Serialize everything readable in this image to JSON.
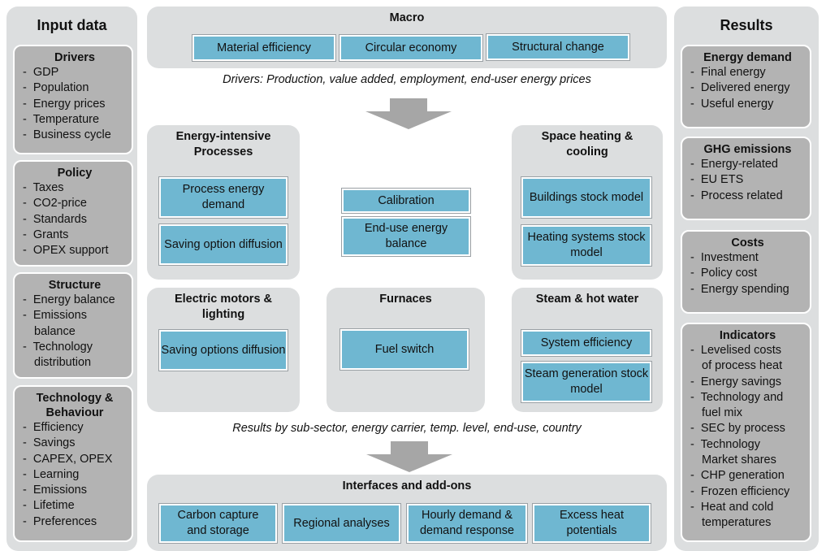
{
  "input_data": {
    "title": "Input data",
    "groups": [
      {
        "title": "Drivers",
        "items": [
          "GDP",
          "Population",
          "Energy prices",
          "Temperature",
          "Business cycle"
        ]
      },
      {
        "title": "Policy",
        "items": [
          "Taxes",
          "CO2-price",
          "Standards",
          "Grants",
          "OPEX support"
        ]
      },
      {
        "title": "Structure",
        "items": [
          "Energy balance",
          "Emissions balance",
          "Technology distribution"
        ]
      },
      {
        "title": "Technology & Behaviour",
        "items": [
          "Efficiency",
          "Savings",
          "CAPEX, OPEX",
          "Learning",
          "Emissions",
          "Lifetime",
          "Preferences"
        ]
      }
    ]
  },
  "macro": {
    "title": "Macro",
    "boxes": [
      "Material efficiency",
      "Circular economy",
      "Structural change"
    ]
  },
  "drivers_caption": "Drivers: Production, value added, employment, end-user energy prices",
  "modules": {
    "energy_intensive": {
      "title": "Energy-intensive Processes",
      "boxes": [
        "Process energy demand",
        "Saving option diffusion"
      ]
    },
    "space_heating": {
      "title": "Space heating & cooling",
      "boxes": [
        "Buildings stock model",
        "Heating systems stock model"
      ]
    },
    "center": {
      "boxes": [
        "Calibration",
        "End-use energy balance"
      ]
    },
    "electric_motors": {
      "title": "Electric motors & lighting",
      "boxes": [
        "Saving options diffusion"
      ]
    },
    "furnaces": {
      "title": "Furnaces",
      "boxes": [
        "Fuel switch"
      ]
    },
    "steam": {
      "title": "Steam & hot water",
      "boxes": [
        "System efficiency",
        "Steam generation stock model"
      ]
    }
  },
  "results_caption": "Results by sub-sector, energy carrier, temp. level, end-use, country",
  "interfaces": {
    "title": "Interfaces and add-ons",
    "boxes": [
      "Carbon capture and storage",
      "Regional analyses",
      "Hourly demand & demand response",
      "Excess heat potentials"
    ]
  },
  "results": {
    "title": "Results",
    "groups": [
      {
        "title": "Energy demand",
        "items": [
          "Final energy",
          "Delivered energy",
          "Useful energy"
        ]
      },
      {
        "title": "GHG emissions",
        "items": [
          "Energy-related",
          "EU ETS",
          "Process related"
        ]
      },
      {
        "title": "Costs",
        "items": [
          "Investment",
          "Policy cost",
          "Energy spending"
        ]
      },
      {
        "title": "Indicators",
        "items": [
          "Levelised costs of process heat",
          "Energy savings",
          "Technology and fuel mix",
          "SEC by process",
          "Technology Market shares",
          "CHP generation",
          "Frozen efficiency",
          "Heat and cold temperatures"
        ]
      }
    ]
  },
  "colors": {
    "module_bg": "#dcdedf",
    "group_bg": "#b3b3b3",
    "blue_box": "#6fb7d1",
    "arrow": "#a6a6a6"
  }
}
